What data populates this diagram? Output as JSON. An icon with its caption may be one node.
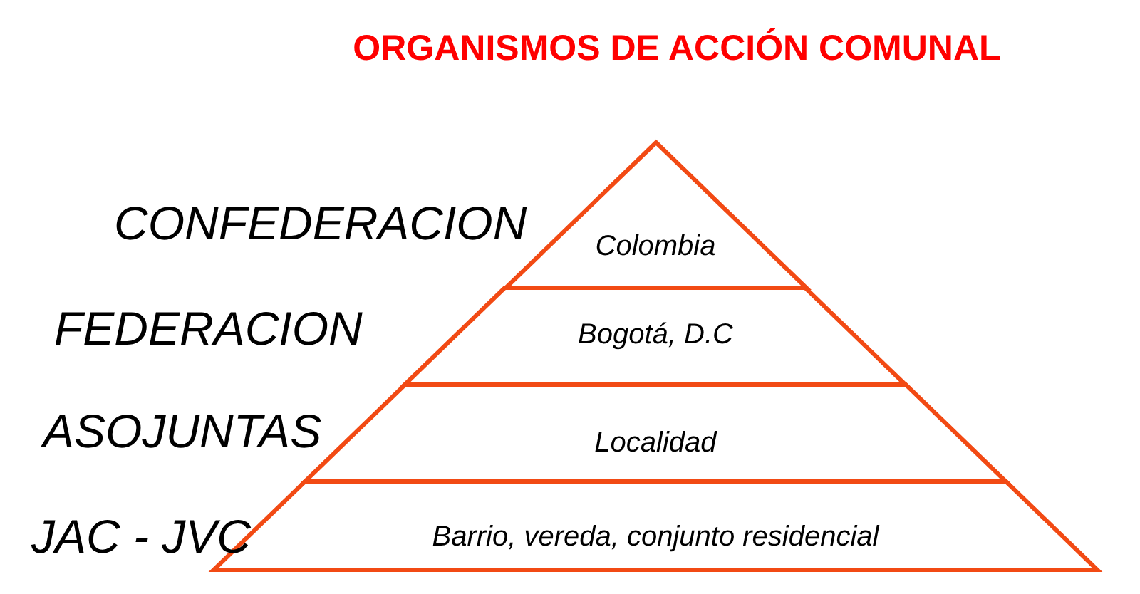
{
  "diagram": {
    "title": "ORGANISMOS DE ACCIÓN COMUNAL",
    "nodes": [
      {
        "text": [
          "Colombia"
        ],
        "beside": [
          "CONFEDERACION"
        ]
      },
      {
        "text": [
          "Bogotá, D.C"
        ],
        "beside": [
          "FEDERACION"
        ]
      },
      {
        "text": [
          "Localidad"
        ],
        "beside": [
          "ASOJUNTAS"
        ]
      },
      {
        "text": [
          "Barrio, vereda, conjunto residencial"
        ],
        "beside": [
          "JAC - JVC"
        ]
      }
    ]
  }
}
